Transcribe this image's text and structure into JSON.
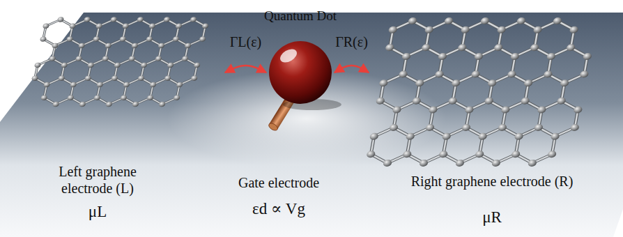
{
  "diagram": {
    "nodes": [
      {
        "text": [
          "Quantum Dot"
        ]
      },
      {
        "text": [
          "Left graphene electrode (L)",
          "μL"
        ]
      },
      {
        "text": [
          "Gate electrode",
          "εd ∝ Vg"
        ]
      },
      {
        "text": [
          "Right graphene electrode (R)",
          "μR"
        ]
      }
    ],
    "edges": [
      {
        "from": 1,
        "to": 0,
        "arrow": "both",
        "label": "ΓL(ε)"
      },
      {
        "from": 0,
        "to": 3,
        "arrow": "both",
        "label": "ΓR(ε)"
      }
    ]
  }
}
